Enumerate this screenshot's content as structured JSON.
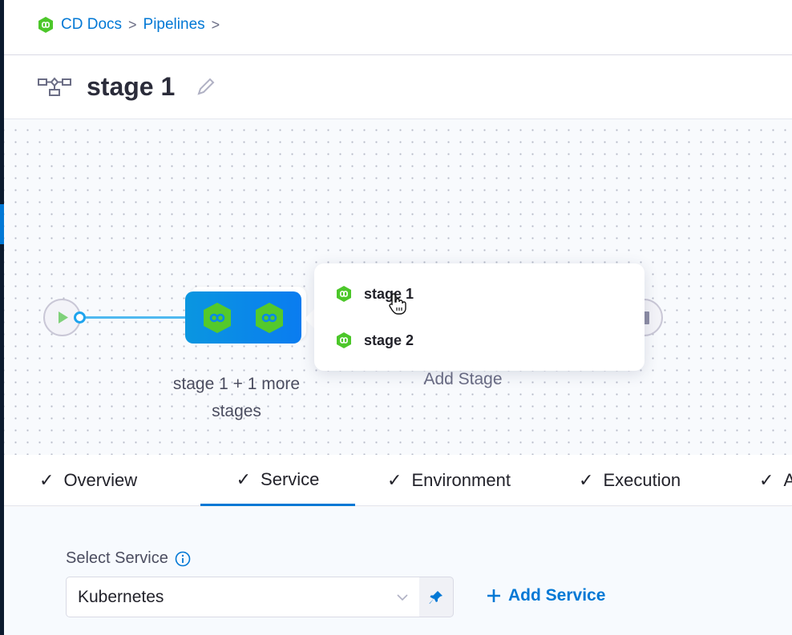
{
  "breadcrumb": {
    "items": [
      "CD Docs",
      "Pipelines"
    ],
    "separator": ">"
  },
  "header": {
    "title": "stage 1"
  },
  "pipeline": {
    "group_label": "stage 1 + 1 more stages",
    "add_stage": "Add Stage"
  },
  "popover": {
    "items": [
      {
        "label": "stage 1"
      },
      {
        "label": "stage 2"
      }
    ]
  },
  "tabs": [
    {
      "label": "Overview",
      "checked": true
    },
    {
      "label": "Service",
      "checked": true,
      "active": true
    },
    {
      "label": "Environment",
      "checked": true
    },
    {
      "label": "Execution",
      "checked": true
    },
    {
      "label": "A",
      "checked": true
    }
  ],
  "form": {
    "select_service_label": "Select Service",
    "service_value": "Kubernetes",
    "add_service": "Add Service"
  },
  "colors": {
    "accent": "#0278d5",
    "stage_green": "#4cc72a",
    "sidebar": "#0b1a2e"
  }
}
